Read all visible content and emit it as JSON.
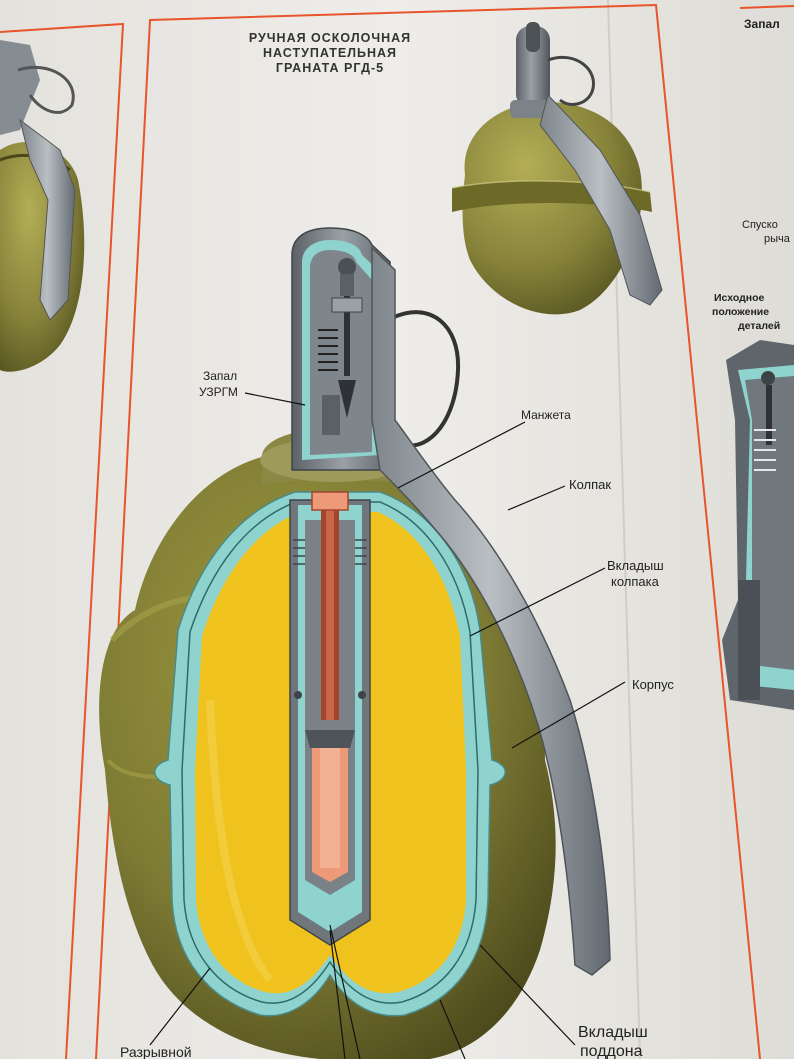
{
  "title": {
    "line1": "РУЧНАЯ ОСКОЛОЧНАЯ",
    "line2": "НАСТУПАТЕЛЬНАЯ",
    "line3": "ГРАНАТА РГД-5"
  },
  "right_panel": {
    "header": "Запал",
    "trigger_label_1": "Спуско",
    "trigger_label_2": "рыча",
    "initial_pos_1": "Исходное",
    "initial_pos_2": "положение",
    "initial_pos_3": "деталей"
  },
  "labels": {
    "fuse_1": "Запал",
    "fuse_2": "УЗРГМ",
    "cuff": "Манжета",
    "cap": "Колпак",
    "cap_liner_1": "Вкладыш",
    "cap_liner_2": "колпака",
    "body": "Корпус",
    "tray_liner_1": "Вкладыш",
    "tray_liner_2": "поддона",
    "charge": "Разрывной"
  },
  "colors": {
    "frame_line": "#e8542c",
    "olive": "#7d7a34",
    "olive_dark": "#55531f",
    "explosive": "#f0c21d",
    "liner": "#8fd3cf",
    "steel": "#6f767c",
    "detonator": "#ee9a78",
    "copper": "#a4442a"
  }
}
